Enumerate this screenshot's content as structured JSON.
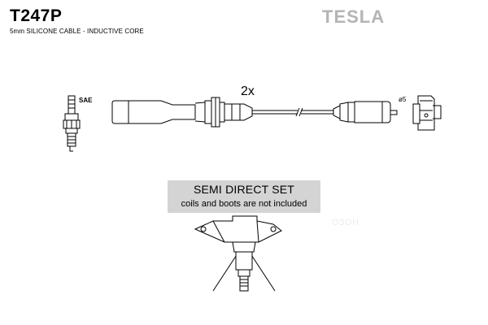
{
  "header": {
    "part_number": "T247P",
    "brand": "TESLA",
    "cable_spec": "5mm SILICONE CABLE - INDUCTIVE CORE"
  },
  "diagram": {
    "plug_label": "SAE",
    "multiplier": "2x",
    "diameter_label": "ø5"
  },
  "notice": {
    "title": "SEMI DIRECT SET",
    "note": "coils and boots are not included"
  },
  "watermark": "ОЗОН",
  "colors": {
    "logo": "#b4b4b4",
    "notice_bg": "#d4d4d4",
    "line": "#000000"
  }
}
